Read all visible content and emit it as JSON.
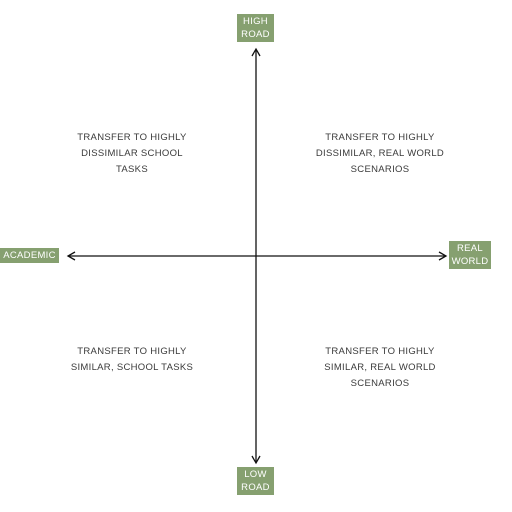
{
  "axes": {
    "top_label": [
      "HIGH",
      "ROAD"
    ],
    "bottom_label": [
      "LOW",
      "ROAD"
    ],
    "left_label": [
      "ACADEMIC"
    ],
    "right_label": [
      "REAL",
      "WORLD"
    ],
    "label_bg_color": "#86a070",
    "axis_color": "#111111"
  },
  "quadrants": {
    "top_left": [
      "TRANSFER TO HIGHLY",
      "DISSIMILAR SCHOOL",
      "TASKS"
    ],
    "top_right": [
      "TRANSFER TO HIGHLY",
      "DISSIMILAR, REAL WORLD",
      "SCENARIOS"
    ],
    "bottom_left": [
      "TRANSFER TO HIGHLY",
      "SIMILAR, SCHOOL TASKS"
    ],
    "bottom_right": [
      "TRANSFER TO HIGHLY",
      "SIMILAR, REAL WORLD",
      "SCENARIOS"
    ]
  }
}
